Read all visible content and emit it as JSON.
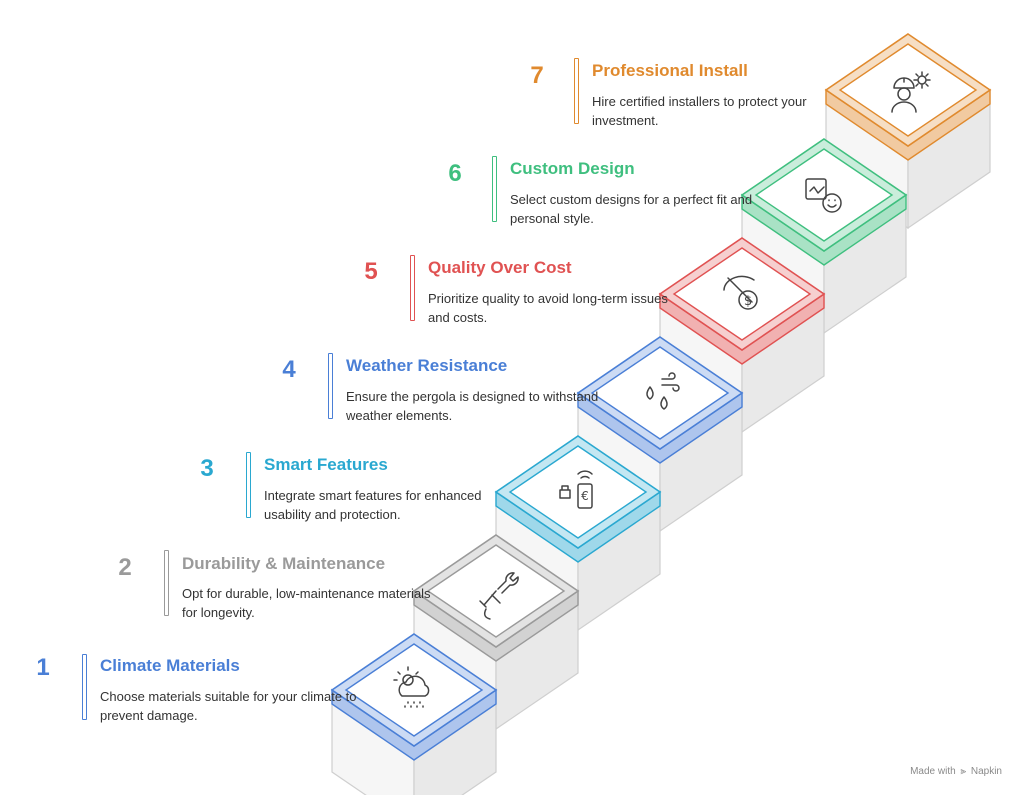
{
  "steps": [
    {
      "number": "1",
      "title": "Climate Materials",
      "description": "Choose materials suitable for your climate to prevent damage.",
      "color": "#4a7fd6",
      "icon": "weather-icon"
    },
    {
      "number": "2",
      "title": "Durability & Maintenance",
      "description": "Opt for durable, low-maintenance materials for longevity.",
      "color": "#9a9a9a",
      "icon": "wrench-tool-icon"
    },
    {
      "number": "3",
      "title": "Smart Features",
      "description": "Integrate smart features for enhanced usability and protection.",
      "color": "#2aa8d0",
      "icon": "smart-device-icon"
    },
    {
      "number": "4",
      "title": "Weather Resistance",
      "description": "Ensure the pergola is designed to withstand weather elements.",
      "color": "#4a7fd6",
      "icon": "weather-resistance-icon"
    },
    {
      "number": "5",
      "title": "Quality Over Cost",
      "description": "Prioritize quality to avoid long-term issues and costs.",
      "color": "#e05252",
      "icon": "quality-cost-icon"
    },
    {
      "number": "6",
      "title": "Custom Design",
      "description": "Select custom designs for a perfect fit and personal style.",
      "color": "#3fbf7f",
      "icon": "custom-design-icon"
    },
    {
      "number": "7",
      "title": "Professional Install",
      "description": "Hire certified installers to protect your investment.",
      "color": "#e08a2e",
      "icon": "installer-icon"
    }
  ],
  "footer": {
    "text": "Made with",
    "brand": "Napkin"
  }
}
